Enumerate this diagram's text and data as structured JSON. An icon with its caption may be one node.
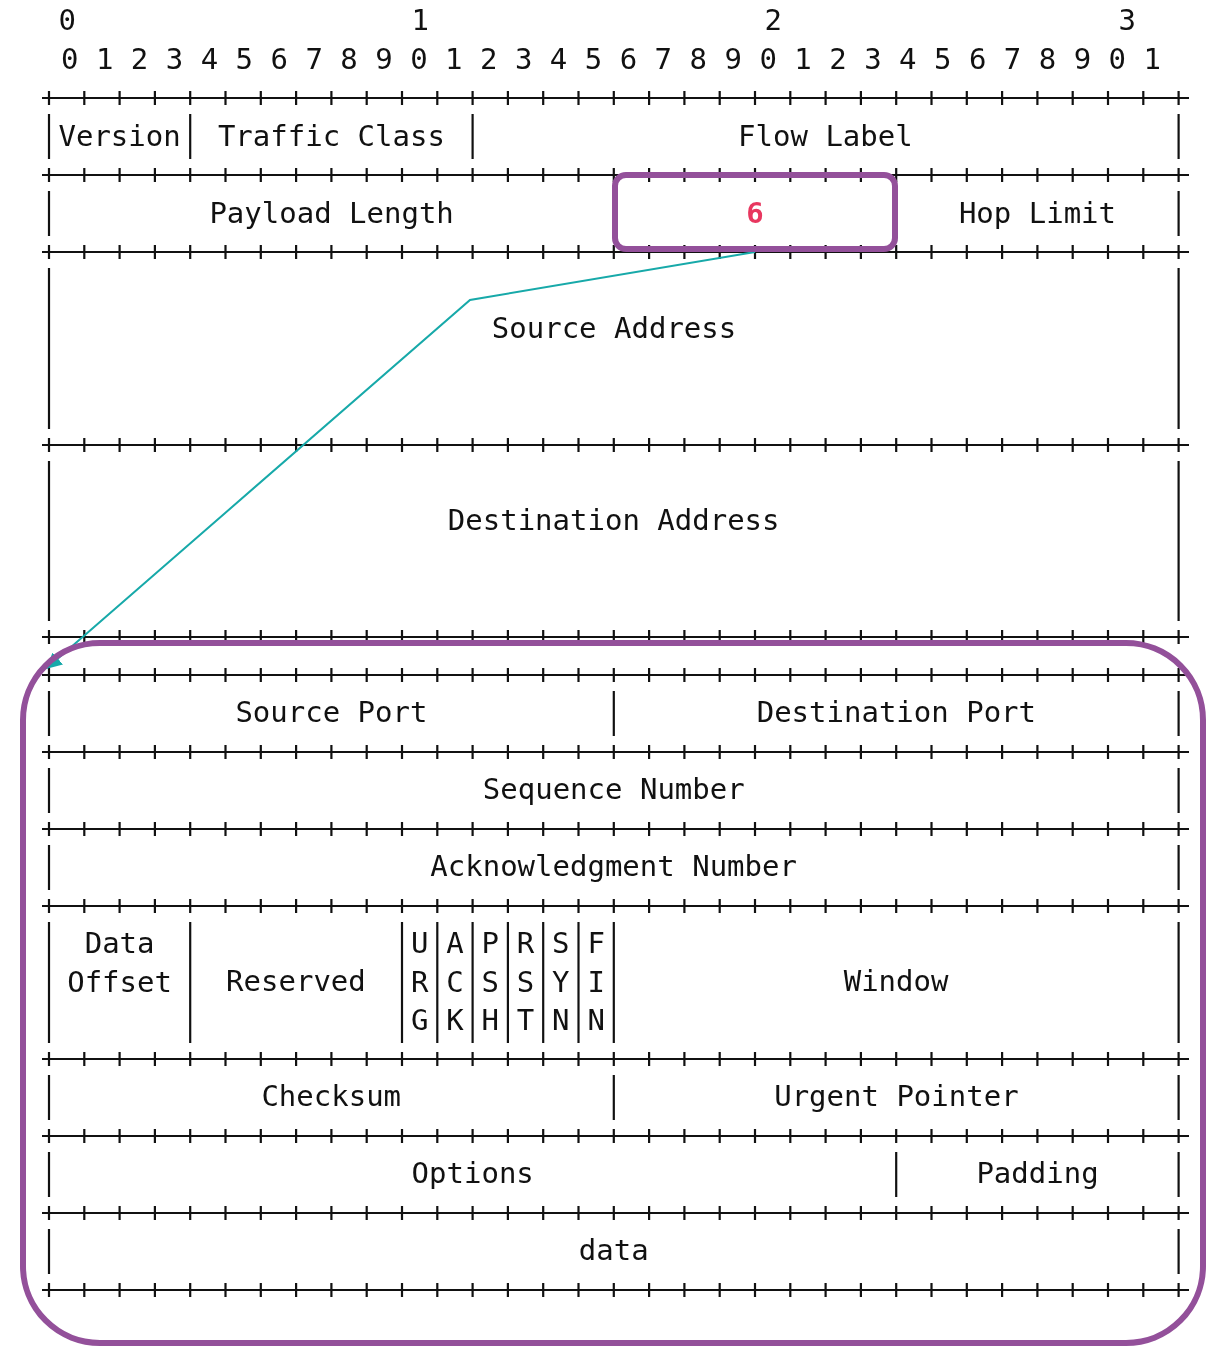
{
  "diagram": {
    "nodes": [
      {
        "text": [
          "Version"
        ]
      },
      {
        "text": [
          "Traffic Class"
        ]
      },
      {
        "text": [
          "Flow Label"
        ]
      },
      {
        "text": [
          "Payload Length"
        ]
      },
      {
        "text": [
          "6"
        ]
      },
      {
        "text": [
          "Hop Limit"
        ]
      },
      {
        "text": [
          "Source Address"
        ]
      },
      {
        "text": [
          "Destination Address"
        ]
      },
      {
        "text": [],
        "shape": "box"
      },
      {
        "text": [
          "Source Port"
        ],
        "in": 8
      },
      {
        "text": [
          "Destination Port"
        ],
        "in": 8
      },
      {
        "text": [
          "Sequence Number"
        ],
        "in": 8
      },
      {
        "text": [
          "Acknowledgment Number"
        ],
        "in": 8
      },
      {
        "text": [
          "Data Offset"
        ],
        "in": 8
      },
      {
        "text": [
          "Reserved"
        ],
        "in": 8
      },
      {
        "text": [
          "U R G"
        ],
        "in": 8
      },
      {
        "text": [
          "A C K"
        ],
        "in": 8
      },
      {
        "text": [
          "P S H"
        ],
        "in": 8
      },
      {
        "text": [
          "R S T"
        ],
        "in": 8
      },
      {
        "text": [
          "S Y N"
        ],
        "in": 8
      },
      {
        "text": [
          "F I N"
        ],
        "in": 8
      },
      {
        "text": [
          "Window"
        ],
        "in": 8
      },
      {
        "text": [
          "Checksum"
        ],
        "in": 8
      },
      {
        "text": [
          "Urgent Pointer"
        ],
        "in": 8
      },
      {
        "text": [
          "Options"
        ],
        "in": 8
      },
      {
        "text": [
          "Padding"
        ],
        "in": 8
      },
      {
        "text": [
          "data"
        ],
        "in": 8
      }
    ],
    "edges": [
      {
        "from": 4,
        "to": 8,
        "arrow": "to",
        "color": "#17a9a9"
      }
    ],
    "labels": [
      "0",
      "1",
      "2",
      "3",
      "0 1 2 3 4 5 6 7 8 9 0 1 2 3 4 5 6 7 8 9 0 1 2 3 4 5 6 7 8 9 0 1"
    ]
  }
}
